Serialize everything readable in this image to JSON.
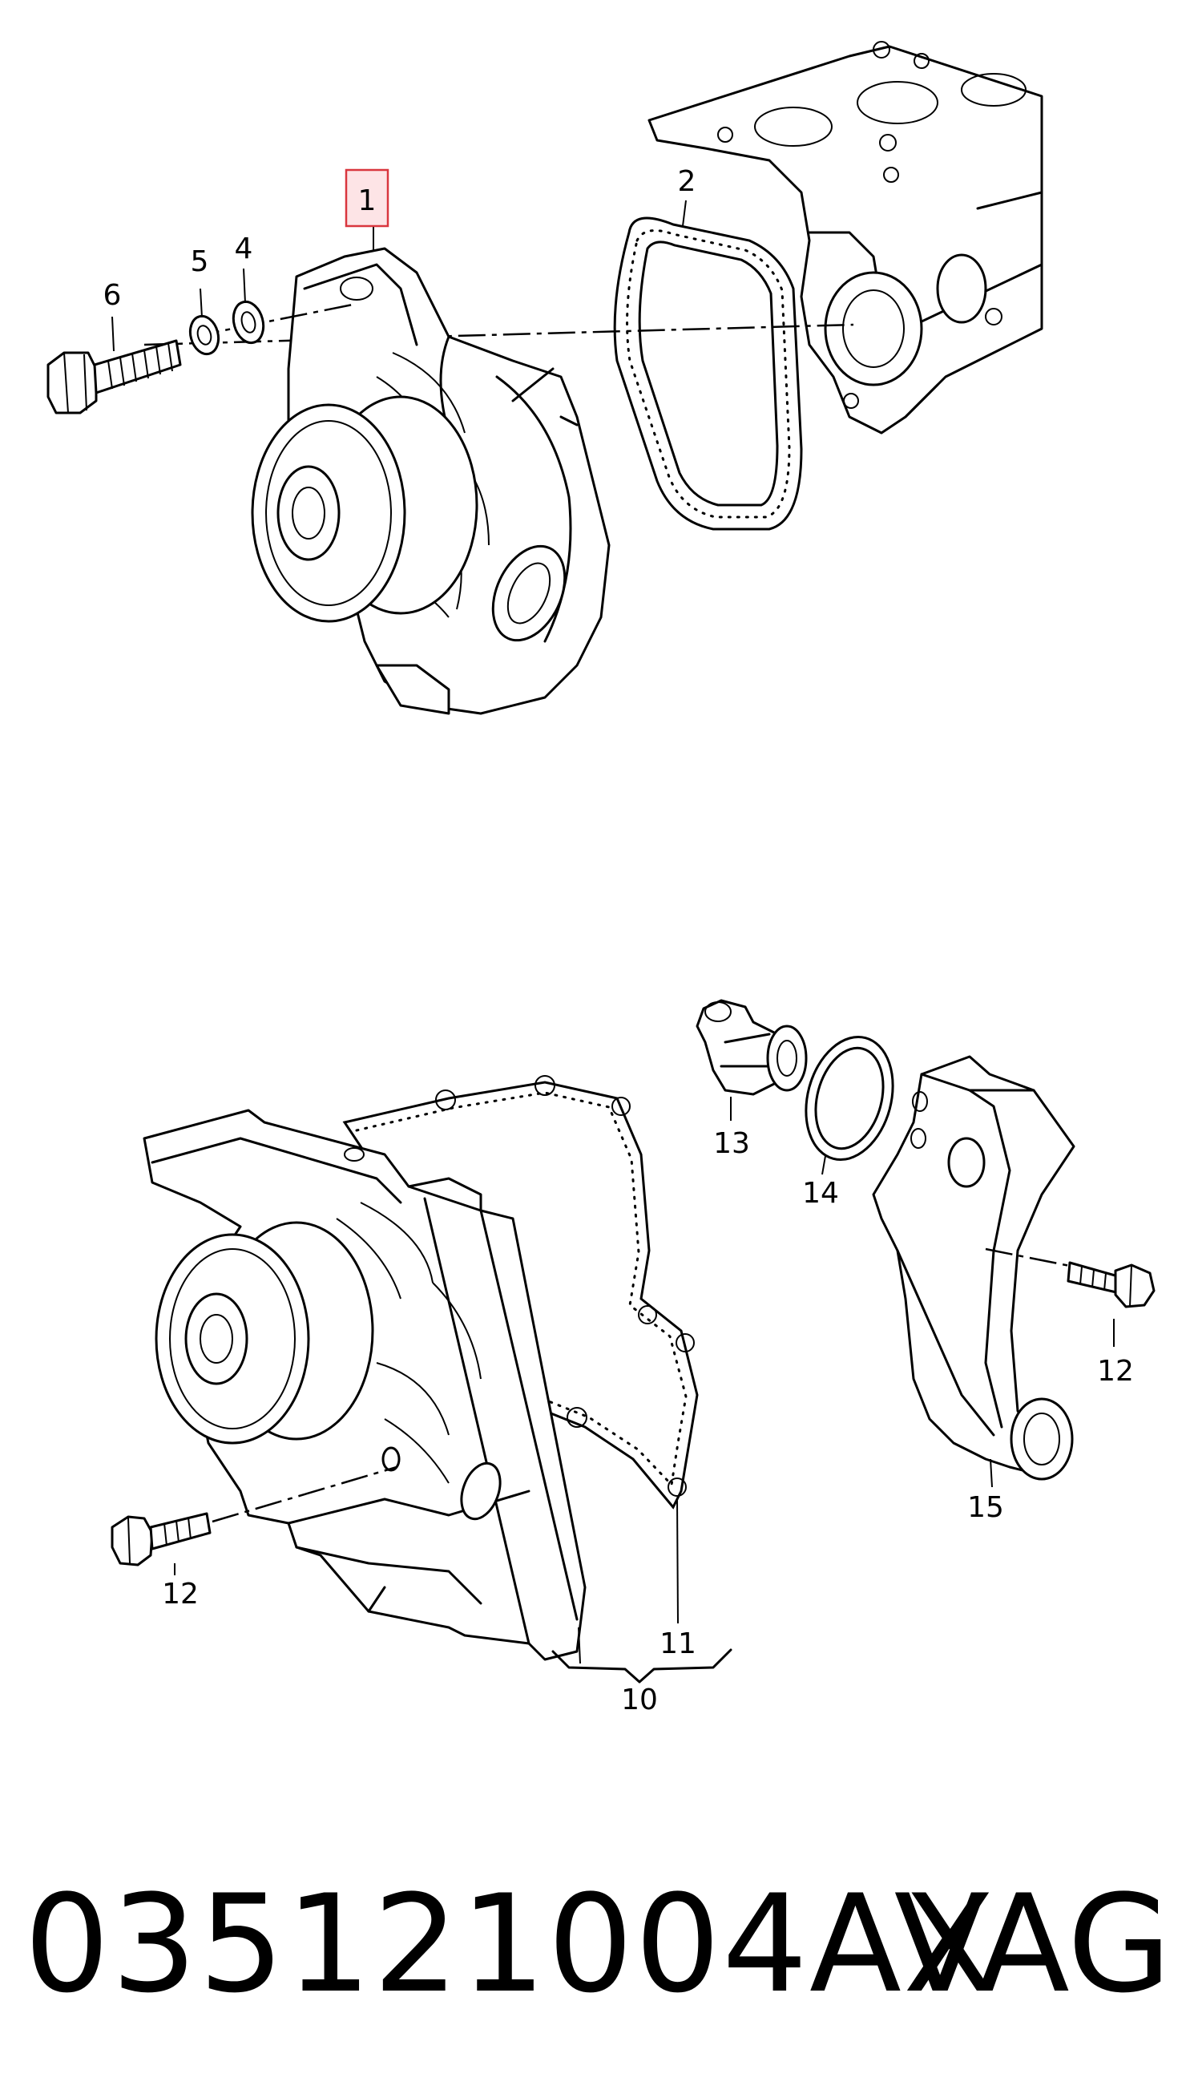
{
  "callouts": {
    "c1": "1",
    "c2": "2",
    "c4": "4",
    "c5": "5",
    "c6": "6",
    "c10": "10",
    "c11": "11",
    "c12a": "12",
    "c12b": "12",
    "c13": "13",
    "c14": "14",
    "c15": "15"
  },
  "footer": {
    "part_number": "035121004AX",
    "brand": "VAG"
  },
  "colors": {
    "highlight_fill": "#fde4e6",
    "highlight_stroke": "#d9363e"
  }
}
